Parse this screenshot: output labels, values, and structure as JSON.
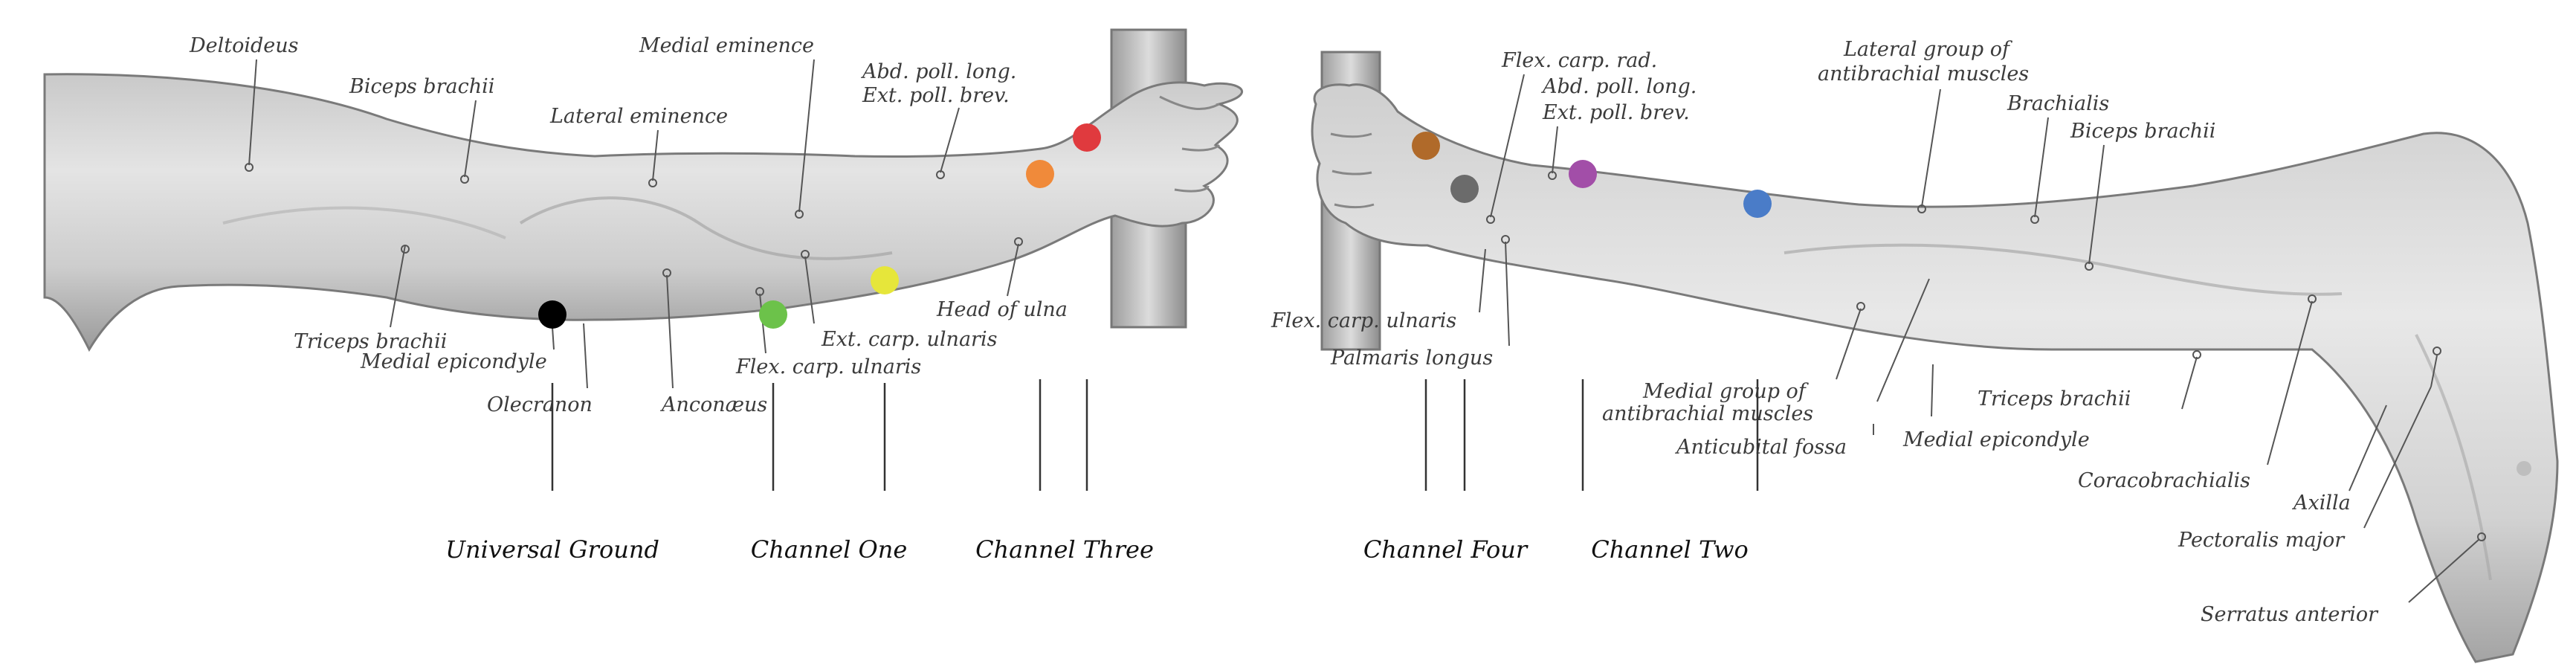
{
  "left_arm": {
    "labels": {
      "deltoideus": "Deltoideus",
      "biceps_brachii": "Biceps brachii",
      "medial_eminence": "Medial eminence",
      "lateral_eminence": "Lateral eminence",
      "abd_poll_long": "Abd. poll. long.",
      "ext_poll_brev": "Ext. poll. brev.",
      "triceps_brachii": "Triceps brachii",
      "medial_epicondyle": "Medial epicondyle",
      "olecranon": "Olecranon",
      "anconaeus": "Anconæus",
      "flex_carp_ulnaris": "Flex. carp. ulnaris",
      "ext_carp_ulnaris": "Ext. carp. ulnaris",
      "head_of_ulna": "Head of ulna"
    }
  },
  "right_arm": {
    "labels": {
      "flex_carp_rad": "Flex. carp. rad.",
      "abd_poll_long": "Abd. poll. long.",
      "ext_poll_brev": "Ext. poll. brev.",
      "lateral_group_1": "Lateral group of",
      "lateral_group_2": "antibrachial muscles",
      "brachialis": "Brachialis",
      "biceps_brachii": "Biceps brachii",
      "flex_carp_ulnaris": "Flex. carp. ulnaris",
      "palmaris_longus": "Palmaris longus",
      "medial_group_1": "Medial group of",
      "medial_group_2": "antibrachial muscles",
      "anticubital_fossa": "Anticubital fossa",
      "medial_epicondyle": "Medial epicondyle",
      "triceps_brachii": "Triceps brachii",
      "coracobrachialis": "Coracobrachialis",
      "axilla": "Axilla",
      "pectoralis_major": "Pectoralis major",
      "serratus_anterior": "Serratus anterior"
    }
  },
  "channels": {
    "universal_ground": "Universal Ground",
    "channel_one": "Channel One",
    "channel_three": "Channel Three",
    "channel_four": "Channel Four",
    "channel_two": "Channel Two"
  },
  "electrode_colors": {
    "universal_ground": "#000000",
    "channel_one": "#6cc24a",
    "channel_one_ref": "#e6e63a",
    "channel_three": "#e03a3e",
    "channel_three_ref": "#f08a3a",
    "channel_four": "#b06a2a",
    "channel_four_ref": "#6b6b6b",
    "channel_two": "#a24ea8",
    "channel_two_ref": "#4a7cc8"
  }
}
